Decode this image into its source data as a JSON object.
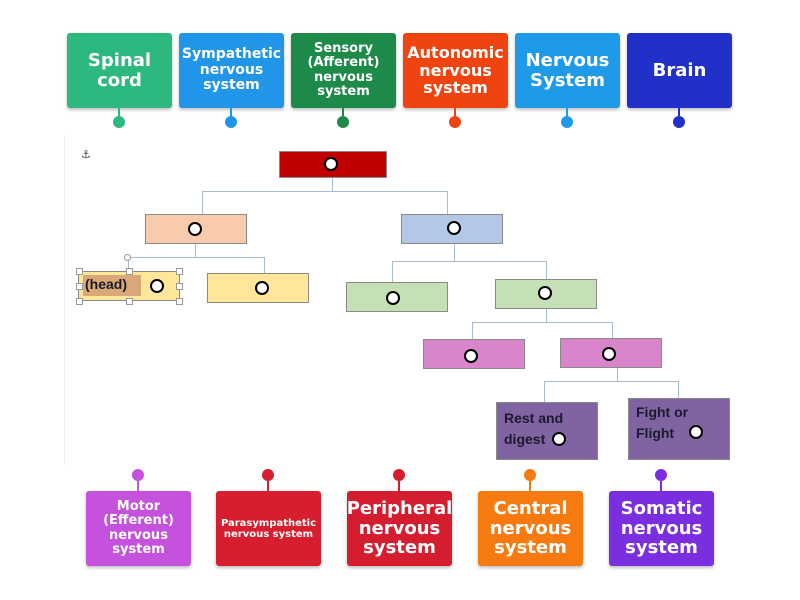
{
  "top_labels": [
    {
      "id": "spinal-cord",
      "text": "Spinal\ncord",
      "color": "#2db87f"
    },
    {
      "id": "sympathetic",
      "text": "Sympathetic\nnervous\nsystem",
      "color": "#2196e8"
    },
    {
      "id": "sensory",
      "text": "Sensory\n(Afferent)\nnervous\nsystem",
      "color": "#1e8a4a"
    },
    {
      "id": "autonomic",
      "text": "Autonomic\nnervous\nsystem",
      "color": "#f04410"
    },
    {
      "id": "nervous-system",
      "text": "Nervous\nSystem",
      "color": "#1f9ae8"
    },
    {
      "id": "brain",
      "text": "Brain",
      "color": "#2030c8"
    }
  ],
  "bottom_labels": [
    {
      "id": "motor",
      "text": "Motor\n(Efferent)\nnervous\nsystem",
      "color": "#c452dc"
    },
    {
      "id": "parasympathetic",
      "text": "Parasympathetic\nnervous system",
      "color": "#d61e2e"
    },
    {
      "id": "peripheral",
      "text": "Peripheral\nnervous\nsystem",
      "color": "#d41e30"
    },
    {
      "id": "central",
      "text": "Central\nnervous\nsystem",
      "color": "#f77a10"
    },
    {
      "id": "somatic",
      "text": "Somatic\nnervous\nsystem",
      "color": "#7a2ee0"
    }
  ],
  "diagram": {
    "nodes": [
      {
        "id": "root",
        "color": "#c00000",
        "text": ""
      },
      {
        "id": "cns",
        "color": "#f8cbad",
        "text": ""
      },
      {
        "id": "pns",
        "color": "#b4c7e7",
        "text": ""
      },
      {
        "id": "brain-slot",
        "color": "#ffe699",
        "text": "(head)"
      },
      {
        "id": "spinal-slot",
        "color": "#ffe699",
        "text": ""
      },
      {
        "id": "sensory-slot",
        "color": "#c5e0b4",
        "text": ""
      },
      {
        "id": "motor-slot",
        "color": "#c5e0b4",
        "text": ""
      },
      {
        "id": "somatic-slot",
        "color": "#d885cc",
        "text": ""
      },
      {
        "id": "autonomic-slot",
        "color": "#d885cc",
        "text": ""
      },
      {
        "id": "parasym-slot",
        "color": "#8064a2",
        "text": "Rest and\ndigest"
      },
      {
        "id": "sym-slot",
        "color": "#8064a2",
        "text": "Fight or\nFlight"
      }
    ],
    "connector_color": "#a9bccc",
    "anchor_icon": "⚓"
  }
}
